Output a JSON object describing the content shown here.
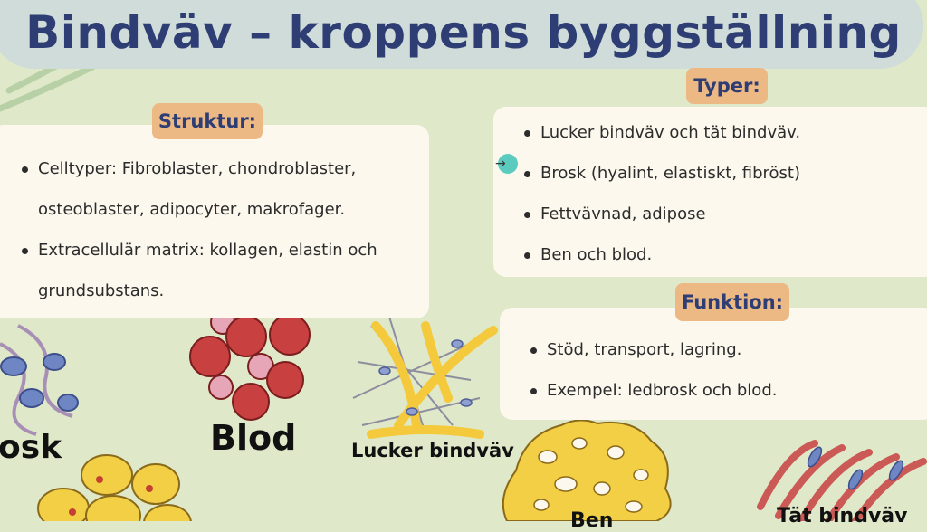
{
  "title": "Bindväv – kroppens byggställning",
  "struktur": {
    "heading": "Struktur:",
    "items": [
      "Celltyper: Fibroblaster, chondroblaster, osteoblaster, adipocyter, makrofager.",
      "Extracellulär matrix: kollagen, elastin och grundsubstans."
    ]
  },
  "typer": {
    "heading": "Typer:",
    "items": [
      "Lucker bindväv och tät bindväv.",
      "Brosk (hyalint, elastiskt, fibröst)",
      "Fettvävnad, adipose",
      "Ben och blod."
    ]
  },
  "funktion": {
    "heading": "Funktion:",
    "items": [
      "Stöd, transport, lagring.",
      "Exempel: ledbrosk och blod."
    ]
  },
  "tissue_labels": {
    "brosk": "osk",
    "blod": "Blod",
    "lucker": "Lucker bindväv",
    "ben": "Ben",
    "tat": "Tät bindväv"
  },
  "colors": {
    "title_text": "#2e3e74",
    "title_bar": "#cfdcd9",
    "badge": "#ecb884",
    "card": "#fcf8ee",
    "background": "#dfe9c9",
    "cursor": "#49c7b9"
  },
  "cursor_icon": "arrow-right-icon"
}
